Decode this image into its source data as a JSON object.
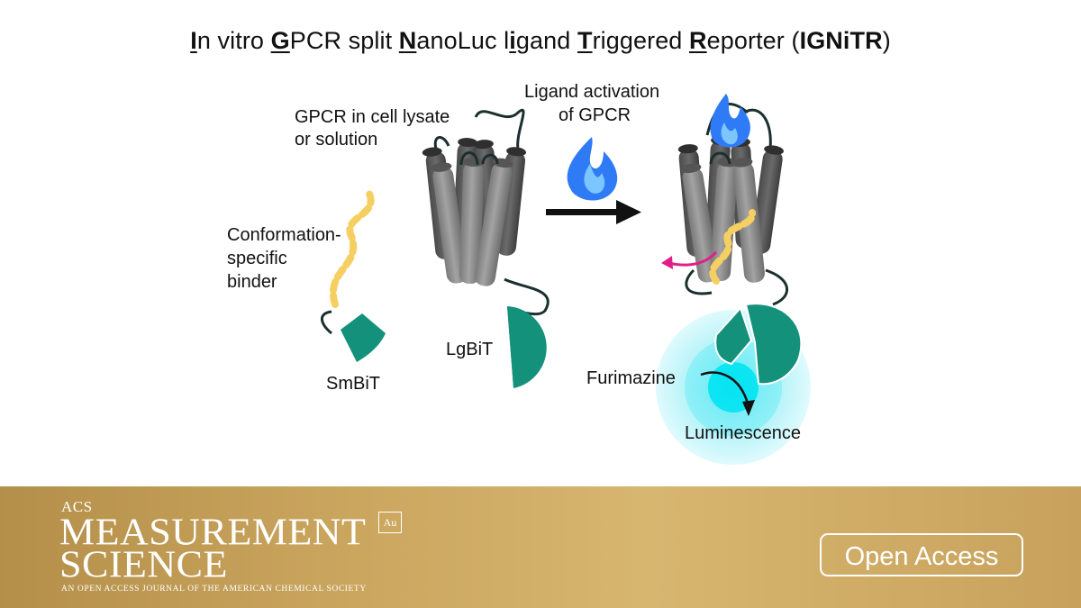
{
  "title": {
    "segments": [
      {
        "text": "I",
        "style": "u"
      },
      {
        "text": "n vitro ",
        "style": ""
      },
      {
        "text": "G",
        "style": "u"
      },
      {
        "text": "PCR split ",
        "style": ""
      },
      {
        "text": "N",
        "style": "u"
      },
      {
        "text": "anoLuc l",
        "style": ""
      },
      {
        "text": "i",
        "style": "u"
      },
      {
        "text": "gand ",
        "style": ""
      },
      {
        "text": "T",
        "style": "u"
      },
      {
        "text": "riggered ",
        "style": ""
      },
      {
        "text": "R",
        "style": "u"
      },
      {
        "text": "eporter (",
        "style": ""
      },
      {
        "text": "IGNiTR",
        "style": "b"
      },
      {
        "text": ")",
        "style": ""
      }
    ]
  },
  "labels": {
    "gpcr_line1": "GPCR in cell lysate",
    "gpcr_line2": "or solution",
    "ligand_line1": "Ligand activation",
    "ligand_line2": "of GPCR",
    "binder_line1": "Conformation-",
    "binder_line2": "specific",
    "binder_line3": "binder",
    "smbit": "SmBiT",
    "lgbit": "LgBiT",
    "furimazine": "Furimazine",
    "luminescence": "Luminescence"
  },
  "footer": {
    "journal_acs": "ACS",
    "journal_line1": "MEASUREMENT",
    "journal_line2": "SCIENCE",
    "journal_badge": "Au",
    "journal_subtitle": "AN OPEN ACCESS JOURNAL OF THE AMERICAN CHEMICAL SOCIETY",
    "open_access": "Open Access"
  },
  "colors": {
    "teal": "#14917b",
    "helix_dark": "#5b5b5b",
    "helix_light": "#8c8c8c",
    "flame_outer": "#2f7bf5",
    "flame_inner": "#7cc6ff",
    "binder_yellow": "#f6cf62",
    "glow": "#7fe9f4",
    "magenta": "#e01f8a",
    "footer_gold": "#c9a45d"
  },
  "icons": [
    "flame-icon",
    "arrow-right-icon"
  ]
}
